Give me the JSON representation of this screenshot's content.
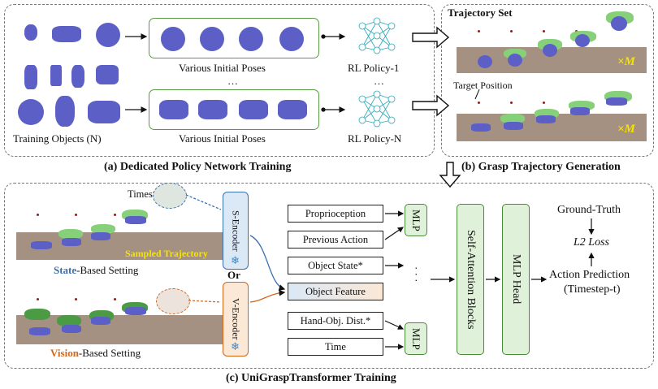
{
  "panel_a": {
    "caption": "(a) Dedicated Policy Network Training",
    "training_objects": "Training Objects (N)",
    "initial_poses_1": "Various Initial Poses",
    "initial_poses_2": "Various Initial Poses",
    "ellipsis": "…",
    "policy_1": "RL Policy-1",
    "policy_n": "RL Policy-N"
  },
  "panel_b": {
    "caption": "(b) Grasp Trajectory Generation",
    "title": "Trajectory Set",
    "target": "Target Position",
    "multiplier_1": "×M",
    "multiplier_2": "×M"
  },
  "panel_c": {
    "caption": "(c) UniGraspTransformer Training",
    "timestep": "Timestep-t",
    "sampled": "Sampled Trajectory",
    "state_setting_word": "State",
    "state_setting_rest": "-Based Setting",
    "or": "Or",
    "vision_setting_word": "Vision",
    "vision_setting_rest": "-Based Setting",
    "s_encoder": "S-Encoder",
    "v_encoder": "V-Encoder",
    "inputs": [
      "Proprioception",
      "Previous Action",
      "Object State*",
      "Object Feature",
      "Hand-Obj. Dist.*",
      "Time"
    ],
    "mlp_1": "MLP",
    "mlp_2": "MLP",
    "dots": "· · ·",
    "attention": "Self-Attention Blocks",
    "head": "MLP Head",
    "ground_truth": "Ground-Truth",
    "loss": "L2 Loss",
    "prediction": "Action Prediction",
    "prediction_time": "(Timestep-t)"
  },
  "colors": {
    "state": "#3a6fb0",
    "vision": "#d4661c",
    "mlp_fill": "#dff1d8",
    "mlp_border": "#4a8a3a",
    "object": "#5b5fc6",
    "hand": "#86d07a",
    "table": "#a59182",
    "multiplier": "#f5e400"
  }
}
